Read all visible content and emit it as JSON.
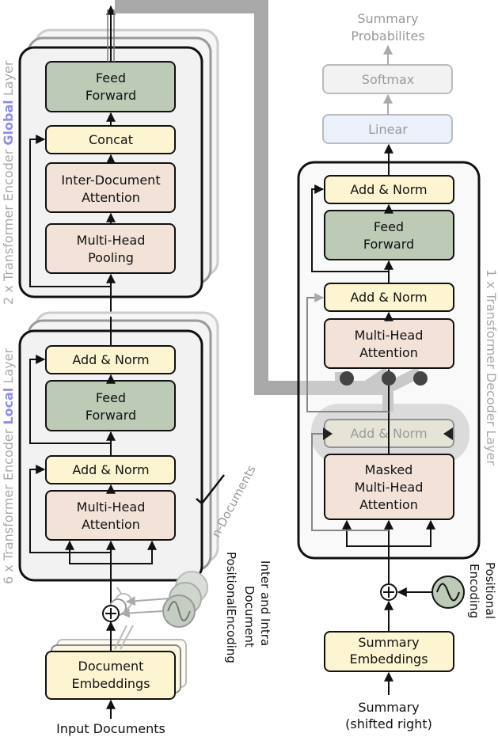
{
  "encoder_local": {
    "side_prefix": "6 x Transformer Encoder ",
    "side_highlight": "Local",
    "side_suffix": " Layer",
    "add_norm_top": "Add & Norm",
    "feed_forward_1": "Feed",
    "feed_forward_2": "Forward",
    "add_norm_bottom": "Add & Norm",
    "mha_1": "Multi-Head",
    "mha_2": "Attention",
    "n_documents": "n-Documents"
  },
  "encoder_global": {
    "side_prefix": "2 x Transformer Encoder ",
    "side_highlight": "Global",
    "side_suffix": " Layer",
    "feed_forward_1": "Feed",
    "feed_forward_2": "Forward",
    "concat": "Concat",
    "inter_doc_1": "Inter-Document",
    "inter_doc_2": "Attention",
    "pooling_1": "Multi-Head",
    "pooling_2": "Pooling"
  },
  "encoder_input": {
    "doc_emb_1": "Document",
    "doc_emb_2": "Embeddings",
    "input_label": "Input Documents",
    "pos_enc_1": "Inter and Intra",
    "pos_enc_2": "Document",
    "pos_enc_3": "PositionalEncoding"
  },
  "decoder": {
    "side_label": "1 x Transformer Decoder Layer",
    "output_1": "Summary",
    "output_2": "Probabilites",
    "softmax": "Softmax",
    "linear": "Linear",
    "add_norm_top": "Add & Norm",
    "feed_forward_1": "Feed",
    "feed_forward_2": "Forward",
    "add_norm_mid": "Add & Norm",
    "mha_1": "Multi-Head",
    "mha_2": "Attention",
    "add_norm_bottom": "Add & Norm",
    "masked_1": "Masked",
    "masked_2": "Multi-Head",
    "masked_3": "Attention",
    "pos_enc_1": "Positional",
    "pos_enc_2": "Encoding",
    "sum_emb_1": "Summary",
    "sum_emb_2": "Embeddings",
    "input_1": "Summary",
    "input_2": "(shifted right)"
  },
  "colors": {
    "yellow": "#fdf5d2",
    "green": "#bccab6",
    "peach": "#f2e2d8",
    "panel": "#f2f2f2",
    "linear": "#eaf1fb",
    "gray_road": "#999999"
  }
}
